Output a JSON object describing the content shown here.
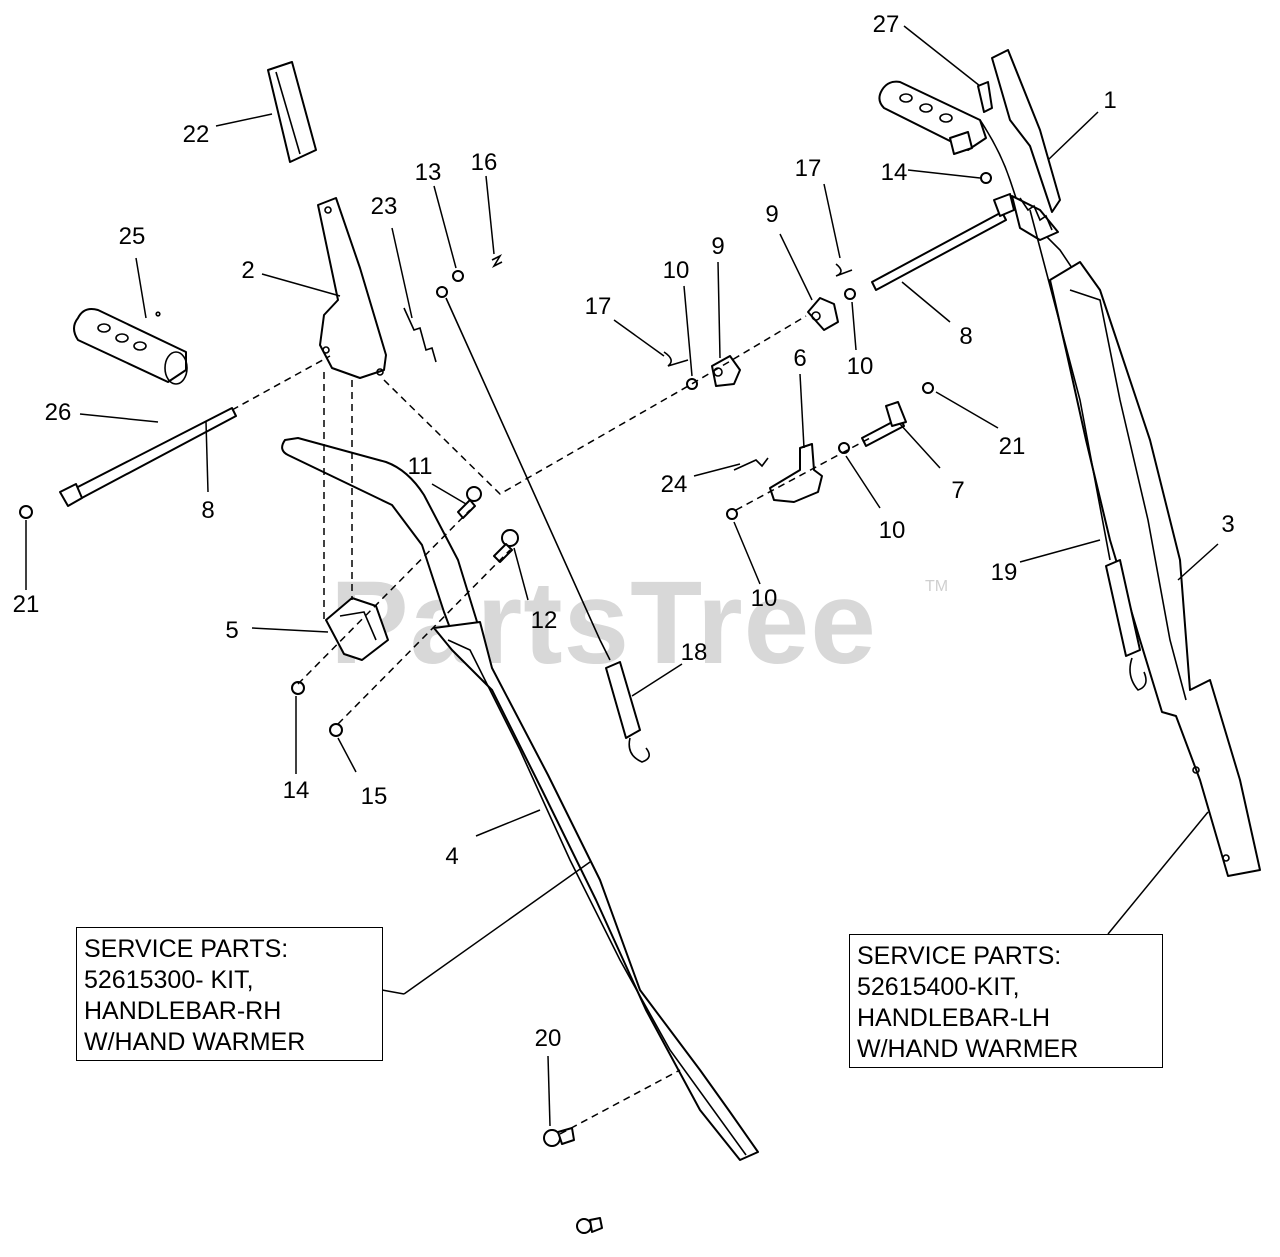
{
  "watermark": {
    "text": "PartsTree",
    "tm": "TM"
  },
  "service_boxes": [
    {
      "lines": [
        "SERVICE PARTS:",
        "52615300- KIT,",
        "HANDLEBAR-RH",
        "W/HAND WARMER"
      ]
    },
    {
      "lines": [
        "SERVICE PARTS:",
        "52615400-KIT,",
        "HANDLEBAR-LH",
        "W/HAND WARMER"
      ]
    }
  ],
  "callouts": {
    "c1": "1",
    "c2": "2",
    "c3": "3",
    "c4": "4",
    "c5": "5",
    "c6": "6",
    "c7": "7",
    "c8a": "8",
    "c8b": "8",
    "c9a": "9",
    "c9b": "9",
    "c10a": "10",
    "c10b": "10",
    "c10c": "10",
    "c10d": "10",
    "c11": "11",
    "c12": "12",
    "c13": "13",
    "c14a": "14",
    "c14b": "14",
    "c15": "15",
    "c16": "16",
    "c17a": "17",
    "c17b": "17",
    "c18": "18",
    "c19": "19",
    "c20": "20",
    "c21a": "21",
    "c21b": "21",
    "c22": "22",
    "c23": "23",
    "c24": "24",
    "c25": "25",
    "c26": "26",
    "c27": "27"
  }
}
